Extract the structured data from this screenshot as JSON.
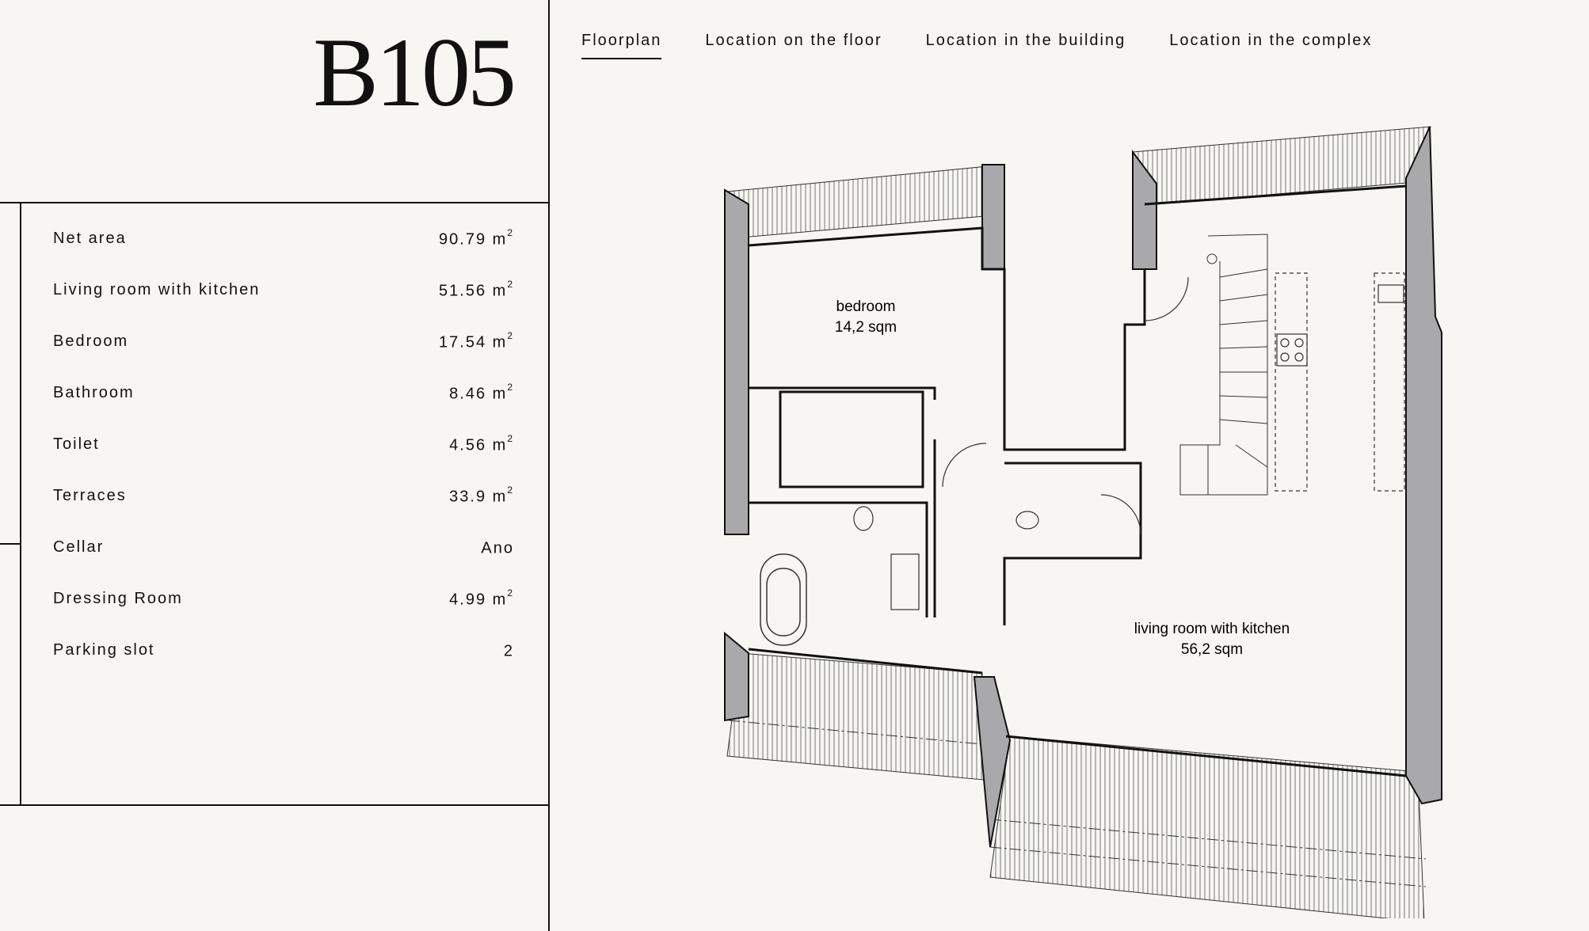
{
  "unit": {
    "code": "B105"
  },
  "stats": [
    {
      "label": "Net area",
      "value": "90.79 m",
      "sup": "2"
    },
    {
      "label": "Living room with kitchen",
      "value": "51.56 m",
      "sup": "2"
    },
    {
      "label": "Bedroom",
      "value": "17.54 m",
      "sup": "2"
    },
    {
      "label": "Bathroom",
      "value": "8.46 m",
      "sup": "2"
    },
    {
      "label": "Toilet",
      "value": "4.56 m",
      "sup": "2"
    },
    {
      "label": "Terraces",
      "value": "33.9 m",
      "sup": "2"
    },
    {
      "label": "Cellar",
      "value": "Ano",
      "sup": ""
    },
    {
      "label": "Dressing Room",
      "value": "4.99 m",
      "sup": "2"
    },
    {
      "label": "Parking slot",
      "value": "2",
      "sup": ""
    }
  ],
  "tabs": [
    {
      "label": "Floorplan",
      "active": true
    },
    {
      "label": "Location on the floor",
      "active": false
    },
    {
      "label": "Location in the building",
      "active": false
    },
    {
      "label": "Location in the complex",
      "active": false
    }
  ],
  "floorplan": {
    "bedroom": {
      "name": "bedroom",
      "area": "14,2 sqm"
    },
    "living": {
      "name": "living room with kitchen",
      "area": "56,2 sqm"
    }
  }
}
